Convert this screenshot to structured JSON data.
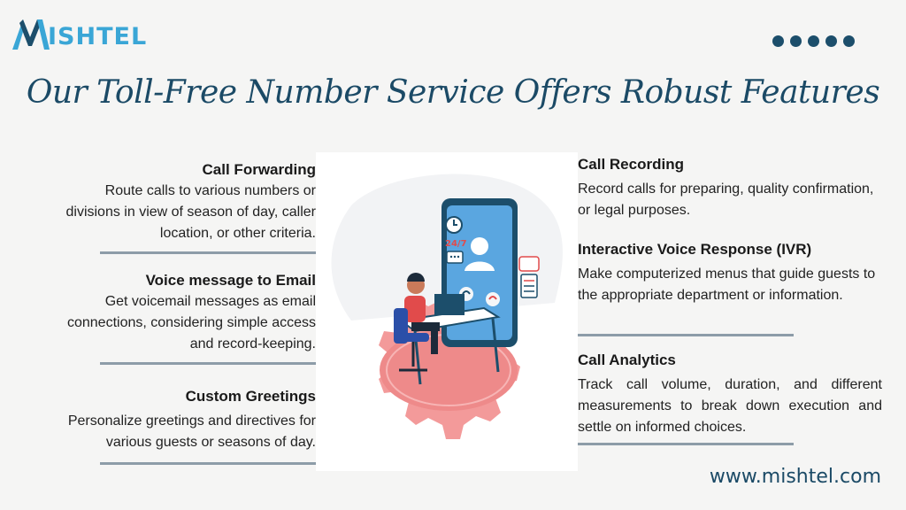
{
  "brand": {
    "name": "ISHTEL",
    "accent": "#3aa6d6",
    "dark": "#1b4a66"
  },
  "header": {
    "title": "Our Toll-Free Number Service Offers Robust Features"
  },
  "features_left": [
    {
      "title": "Call Forwarding",
      "text": "Route calls to various numbers or divisions in view of season of day, caller location, or other criteria."
    },
    {
      "title": "Voice message to Email",
      "text": "Get voicemail messages as email connections, considering simple access and record-keeping."
    },
    {
      "title": "Custom Greetings",
      "text": "Personalize greetings and directives for various guests or seasons of day."
    }
  ],
  "features_right": [
    {
      "title": "Call Recording",
      "text": "Record calls for preparing, quality confirmation, or legal purposes."
    },
    {
      "title": "Interactive Voice Response (IVR)",
      "text": "Make computerized menus that guide guests to the appropriate department or information."
    },
    {
      "title": "Call Analytics",
      "text": "Track call volume, duration, and different measurements to break down execution and settle on informed choices."
    }
  ],
  "illustration": {
    "badge": "24/7",
    "icons": [
      "clock-icon",
      "chat-bubble-icon",
      "call-accept-icon",
      "call-end-icon",
      "user-avatar-icon",
      "gear-icon"
    ]
  },
  "footer": {
    "website": "www.mishtel.com"
  }
}
